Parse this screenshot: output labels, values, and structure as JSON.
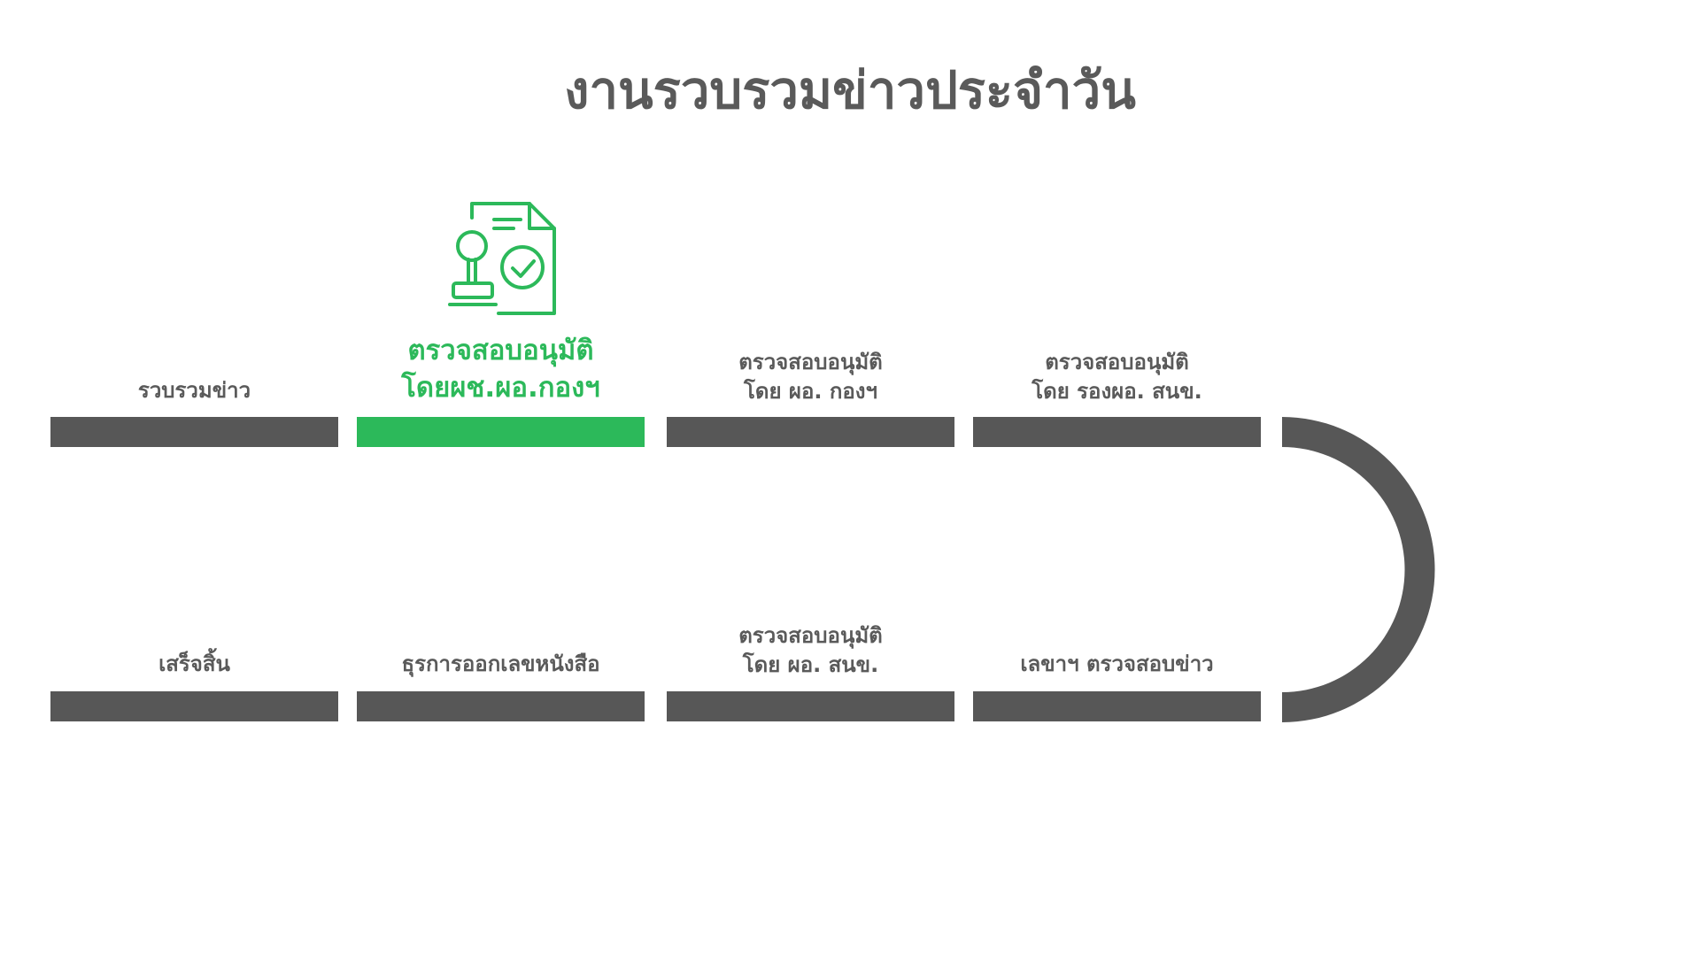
{
  "title": "งานรวบรวมข่าวประจำวัน",
  "colors": {
    "text": "#5a5a5a",
    "bar": "#575757",
    "active": "#2cb95a"
  },
  "active_step_icon": "document-stamp-approval-icon",
  "steps": [
    {
      "label_line1": "รวบรวมข่าว",
      "label_line2": "",
      "active": false
    },
    {
      "label_line1": "ตรวจสอบอนุมัติ",
      "label_line2": "โดยผช.ผอ.กองฯ",
      "active": true
    },
    {
      "label_line1": "ตรวจสอบอนุมัติ",
      "label_line2": "โดย ผอ. กองฯ",
      "active": false
    },
    {
      "label_line1": "ตรวจสอบอนุมัติ",
      "label_line2": "โดย รองผอ. สนข.",
      "active": false
    },
    {
      "label_line1": "เลขาฯ ตรวจสอบข่าว",
      "label_line2": "",
      "active": false
    },
    {
      "label_line1": "ตรวจสอบอนุมัติ",
      "label_line2": "โดย ผอ. สนข.",
      "active": false
    },
    {
      "label_line1": "ธุรการออกเลขหนังสือ",
      "label_line2": "",
      "active": false
    },
    {
      "label_line1": "เสร็จสิ้น",
      "label_line2": "",
      "active": false
    }
  ]
}
